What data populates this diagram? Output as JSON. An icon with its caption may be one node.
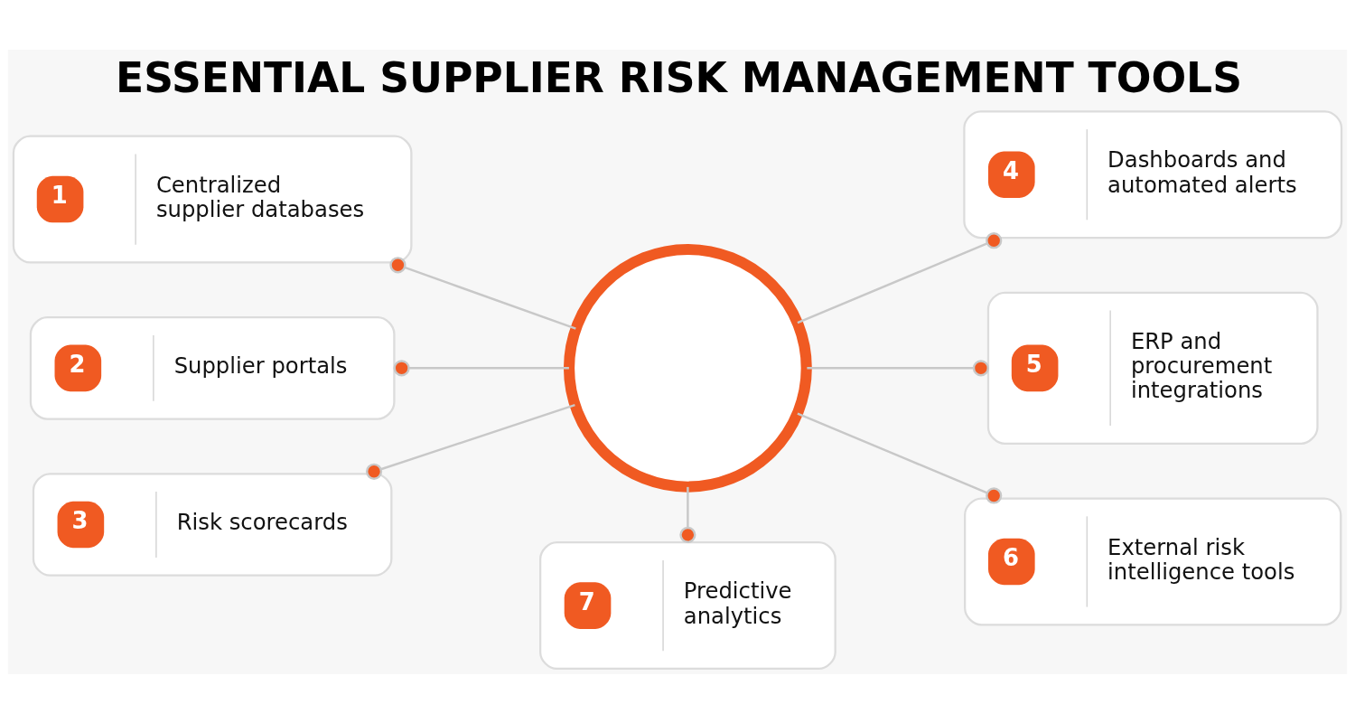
{
  "diagram": {
    "title": "ESSENTIAL SUPPLIER RISK MANAGEMENT TOOLS",
    "nodes": [
      {
        "text": [],
        "shape": "circle"
      },
      {
        "text": [
          "1",
          "Centralized supplier databases"
        ]
      },
      {
        "text": [
          "2",
          "Supplier portals"
        ]
      },
      {
        "text": [
          "3",
          "Risk scorecards"
        ]
      },
      {
        "text": [
          "4",
          "Dashboards and automated alerts"
        ]
      },
      {
        "text": [
          "5",
          "ERP and procurement integrations"
        ]
      },
      {
        "text": [
          "6",
          "External risk intelligence tools"
        ]
      },
      {
        "text": [
          "7",
          "Predictive analytics"
        ]
      }
    ],
    "edges": [
      {
        "from": 1,
        "to": 0,
        "arrow": "other"
      },
      {
        "from": 2,
        "to": 0,
        "arrow": "other"
      },
      {
        "from": 3,
        "to": 0,
        "arrow": "other"
      },
      {
        "from": 0,
        "to": 4,
        "arrow": "other"
      },
      {
        "from": 0,
        "to": 5,
        "arrow": "other"
      },
      {
        "from": 0,
        "to": 6,
        "arrow": "other"
      },
      {
        "from": 0,
        "to": 7,
        "arrow": "other"
      }
    ]
  }
}
